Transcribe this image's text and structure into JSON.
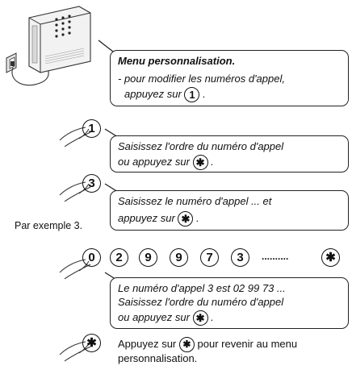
{
  "menu": {
    "title": "Menu personnalisation.",
    "line1": "- pour modifier les numéros d'appel,",
    "line2": "appuyez sur",
    "key": "1",
    "end": "."
  },
  "step1": {
    "key": "1",
    "line1": "Saisissez l'ordre du numéro d'appel",
    "line2": "ou appuyez sur",
    "key_star": "✱",
    "end": "."
  },
  "step2": {
    "key": "3",
    "example": "Par exemple 3.",
    "line1": "Saisissez le numéro d'appel ... et",
    "line2": "appuyez sur",
    "key_star": "✱",
    "end": "."
  },
  "step3": {
    "keys": [
      "0",
      "2",
      "9",
      "9",
      "7",
      "3",
      "..........",
      "✱"
    ],
    "line1": "Le numéro d'appel 3 est 02 99 73 ...",
    "line2": "Saisissez l'ordre du numéro d'appel",
    "line3": "ou appuyez sur",
    "key_star": "✱",
    "end": "."
  },
  "step4": {
    "key": "✱",
    "line1a": "Appuyez sur",
    "line1b": "pour revenir au menu",
    "line2": "personnalisation."
  }
}
